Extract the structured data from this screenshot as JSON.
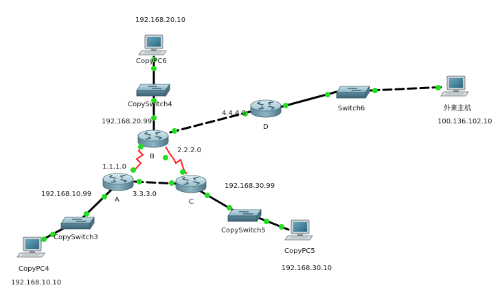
{
  "nodes": {
    "pc6": {
      "name": "CopyPC6",
      "ip": "192.168.20.10"
    },
    "switch4": {
      "name": "CopySwitch4"
    },
    "router_b": {
      "name": "B",
      "ip_up": "192.168.20.99",
      "net_bc": "2.2.2.0",
      "net_ab": "1.1.1.0"
    },
    "router_d": {
      "name": "D",
      "ip": "4.4.4.0"
    },
    "switch6": {
      "name": "Switch6"
    },
    "pc_ext": {
      "name": "外来主机",
      "ip": "100.136.102.10"
    },
    "router_a": {
      "name": "A",
      "ip": "192.168.10.99",
      "net_ac": "3.3.3.0"
    },
    "router_c": {
      "name": "C",
      "ip": "192.168.30.99"
    },
    "switch3": {
      "name": "CopySwitch3"
    },
    "pc4": {
      "name": "CopyPC4",
      "ip": "192.168.10.10"
    },
    "switch5": {
      "name": "CopySwitch5"
    },
    "pc5": {
      "name": "CopyPC5",
      "ip": "192.168.30.10"
    }
  },
  "colors": {
    "link_ok": "#22dd22",
    "serial": "#ff1a1a",
    "router_body": "#7fa7b8",
    "switch_body": "#5f8fa3"
  }
}
